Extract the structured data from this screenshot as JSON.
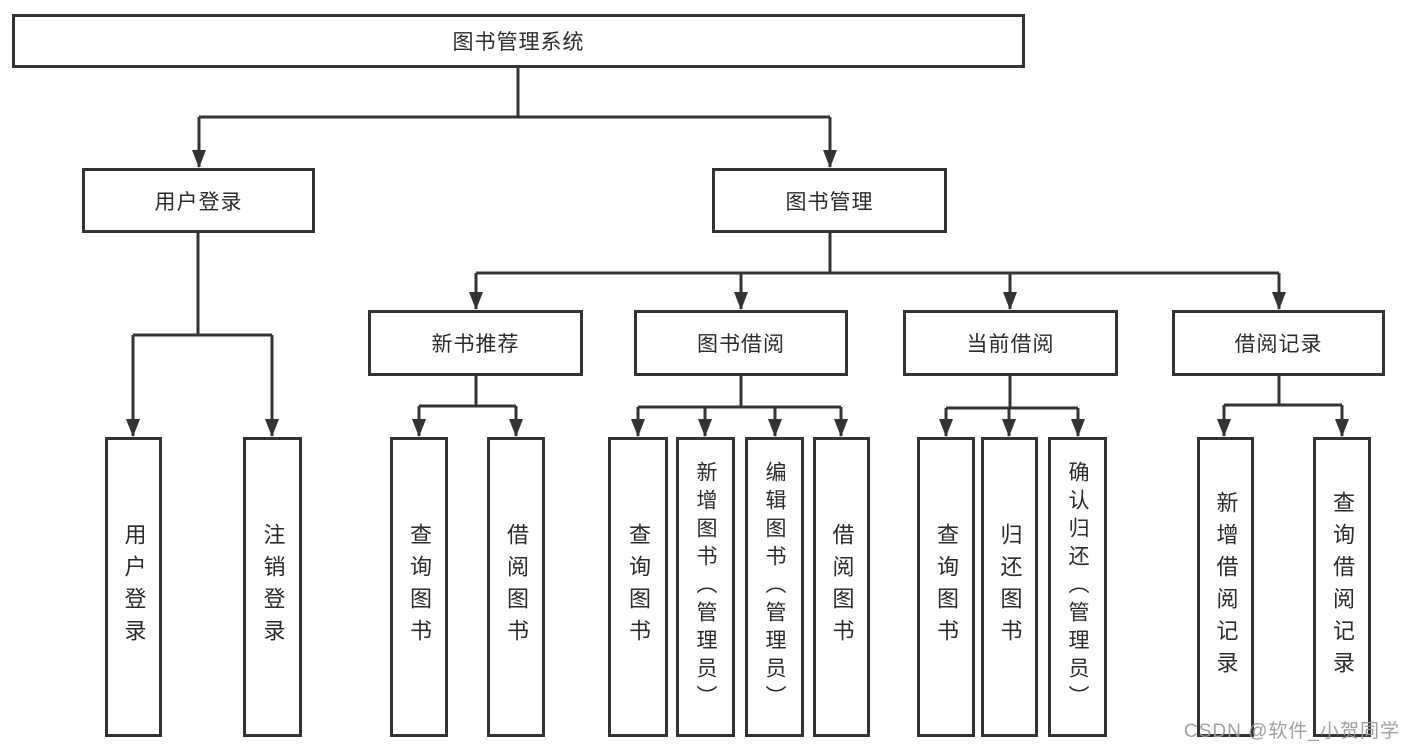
{
  "tree": {
    "root": {
      "label": "图书管理系统"
    },
    "branches": [
      {
        "label": "用户登录",
        "children": [
          {
            "label": "用户登录"
          },
          {
            "label": "注销登录"
          }
        ]
      },
      {
        "label": "图书管理",
        "children": [
          {
            "label": "新书推荐",
            "children": [
              {
                "label": "查询图书"
              },
              {
                "label": "借阅图书"
              }
            ]
          },
          {
            "label": "图书借阅",
            "children": [
              {
                "label": "查询图书"
              },
              {
                "label": "新增图书（管理员）"
              },
              {
                "label": "编辑图书（管理员）"
              },
              {
                "label": "借阅图书"
              }
            ]
          },
          {
            "label": "当前借阅",
            "children": [
              {
                "label": "查询图书"
              },
              {
                "label": "归还图书"
              },
              {
                "label": "确认归还（管理员）"
              }
            ]
          },
          {
            "label": "借阅记录",
            "children": [
              {
                "label": "新增借阅记录"
              },
              {
                "label": "查询借阅记录"
              }
            ]
          }
        ]
      }
    ]
  },
  "watermark": {
    "text": "CSDN @软件_小贺同学"
  },
  "colors": {
    "line": "#333333",
    "box_border": "#333333",
    "text": "#2b2b2b",
    "watermark": "#9b9b9b",
    "background": "#ffffff"
  }
}
